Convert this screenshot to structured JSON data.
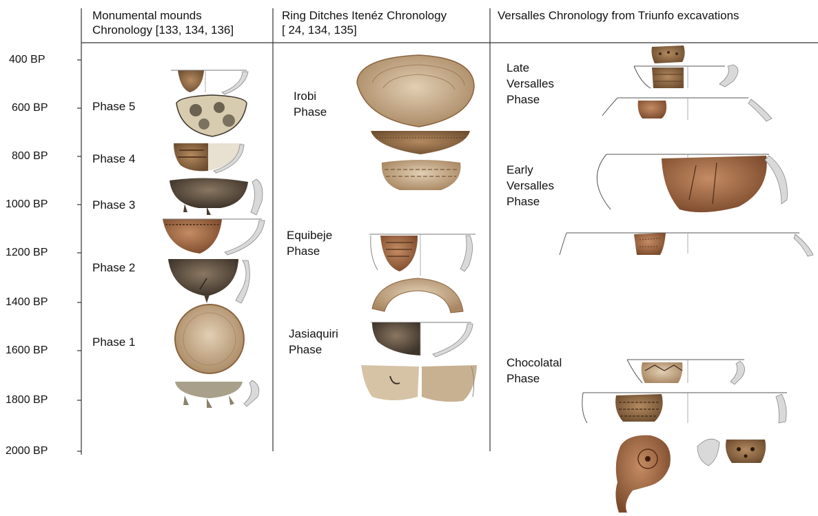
{
  "columns": [
    {
      "title_line1": "Monumental mounds",
      "title_line2": "Chronology [133, 134, 136]"
    },
    {
      "title_line1": "Ring Ditches Itenéz Chronology",
      "title_line2": "[ 24, 134, 135]"
    },
    {
      "title_line1": "Versalles Chronology from Triunfo excavations",
      "title_line2": ""
    }
  ],
  "time_axis": [
    "400 BP",
    "600 BP",
    "800 BP",
    "1000 BP",
    "1200 BP",
    "1400 BP",
    "1600 BP",
    "1800 BP",
    "2000 BP"
  ],
  "phases": {
    "mounds": [
      "Phase 5",
      "Phase 4",
      "Phase 3",
      "Phase 2",
      "Phase 1"
    ],
    "ring_ditches": {
      "irobi_1": "Irobi",
      "irobi_2": "Phase",
      "equibeje_1": "Equibeje",
      "equibeje_2": "Phase",
      "jasiaquiri_1": "Jasiaquiri",
      "jasiaquiri_2": "Phase"
    },
    "versalles": {
      "late_1": "Late",
      "late_2": "Versalles",
      "late_3": "Phase",
      "early_1": "Early",
      "early_2": "Versalles",
      "early_3": "Phase",
      "choc_1": "Chocolatal",
      "choc_2": "Phase"
    }
  },
  "colors": {
    "sherd_brown": "#8a6440",
    "sherd_dark": "#5a4a3a",
    "sherd_light": "#c8a883",
    "profile_grey": "#d9d9d9",
    "line": "#333333"
  }
}
